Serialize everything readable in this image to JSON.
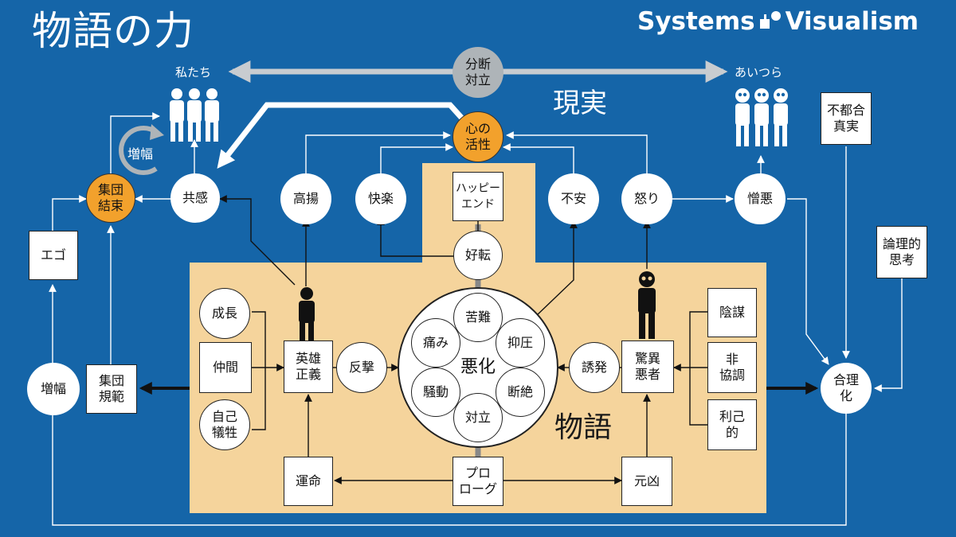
{
  "title": "物語の力",
  "brand": {
    "left": "Systems",
    "right": "Visualism"
  },
  "labels": {
    "us": "私たち",
    "them": "あいつら",
    "reality": "現実",
    "story": "物語",
    "amplify_loop": "増幅"
  },
  "nodes": {
    "division": "分断\n対立",
    "heart": "心の\n活性",
    "inconvenient_truth": "不都合\n真実",
    "logical_thinking": "論理的\n思考",
    "rationalization": "合理\n化",
    "group_unity": "集団\n結束",
    "empathy": "共感",
    "exaltation": "高揚",
    "pleasure": "快楽",
    "happy_end": "ハッピー\nエンド",
    "anxiety": "不安",
    "anger": "怒り",
    "hatred": "憎悪",
    "ego": "エゴ",
    "amplify": "増幅",
    "group_norm": "集団\n規範",
    "turn_good": "好転",
    "growth": "成長",
    "companions": "仲間",
    "self_sacrifice": "自己\n犠牲",
    "hero": "英雄\n正義",
    "counterattack": "反撃",
    "evil": "悪化",
    "hardship": "苦難",
    "oppression": "抑圧",
    "severance": "断絶",
    "confrontation": "対立",
    "commotion": "騒動",
    "pain": "痛み",
    "provocation": "誘発",
    "villain": "驚異\n悪者",
    "conspiracy": "陰謀",
    "discord": "非\n協調",
    "selfish": "利己\n的",
    "fate": "運命",
    "prologue": "プロ\nローグ",
    "culprit": "元凶"
  },
  "colors": {
    "background": "#1565a8",
    "story_area": "#f5d49c",
    "accent_orange": "#f2a12c",
    "neutral_gray": "#aeb4b8",
    "line_gray": "#c8ccd0"
  }
}
